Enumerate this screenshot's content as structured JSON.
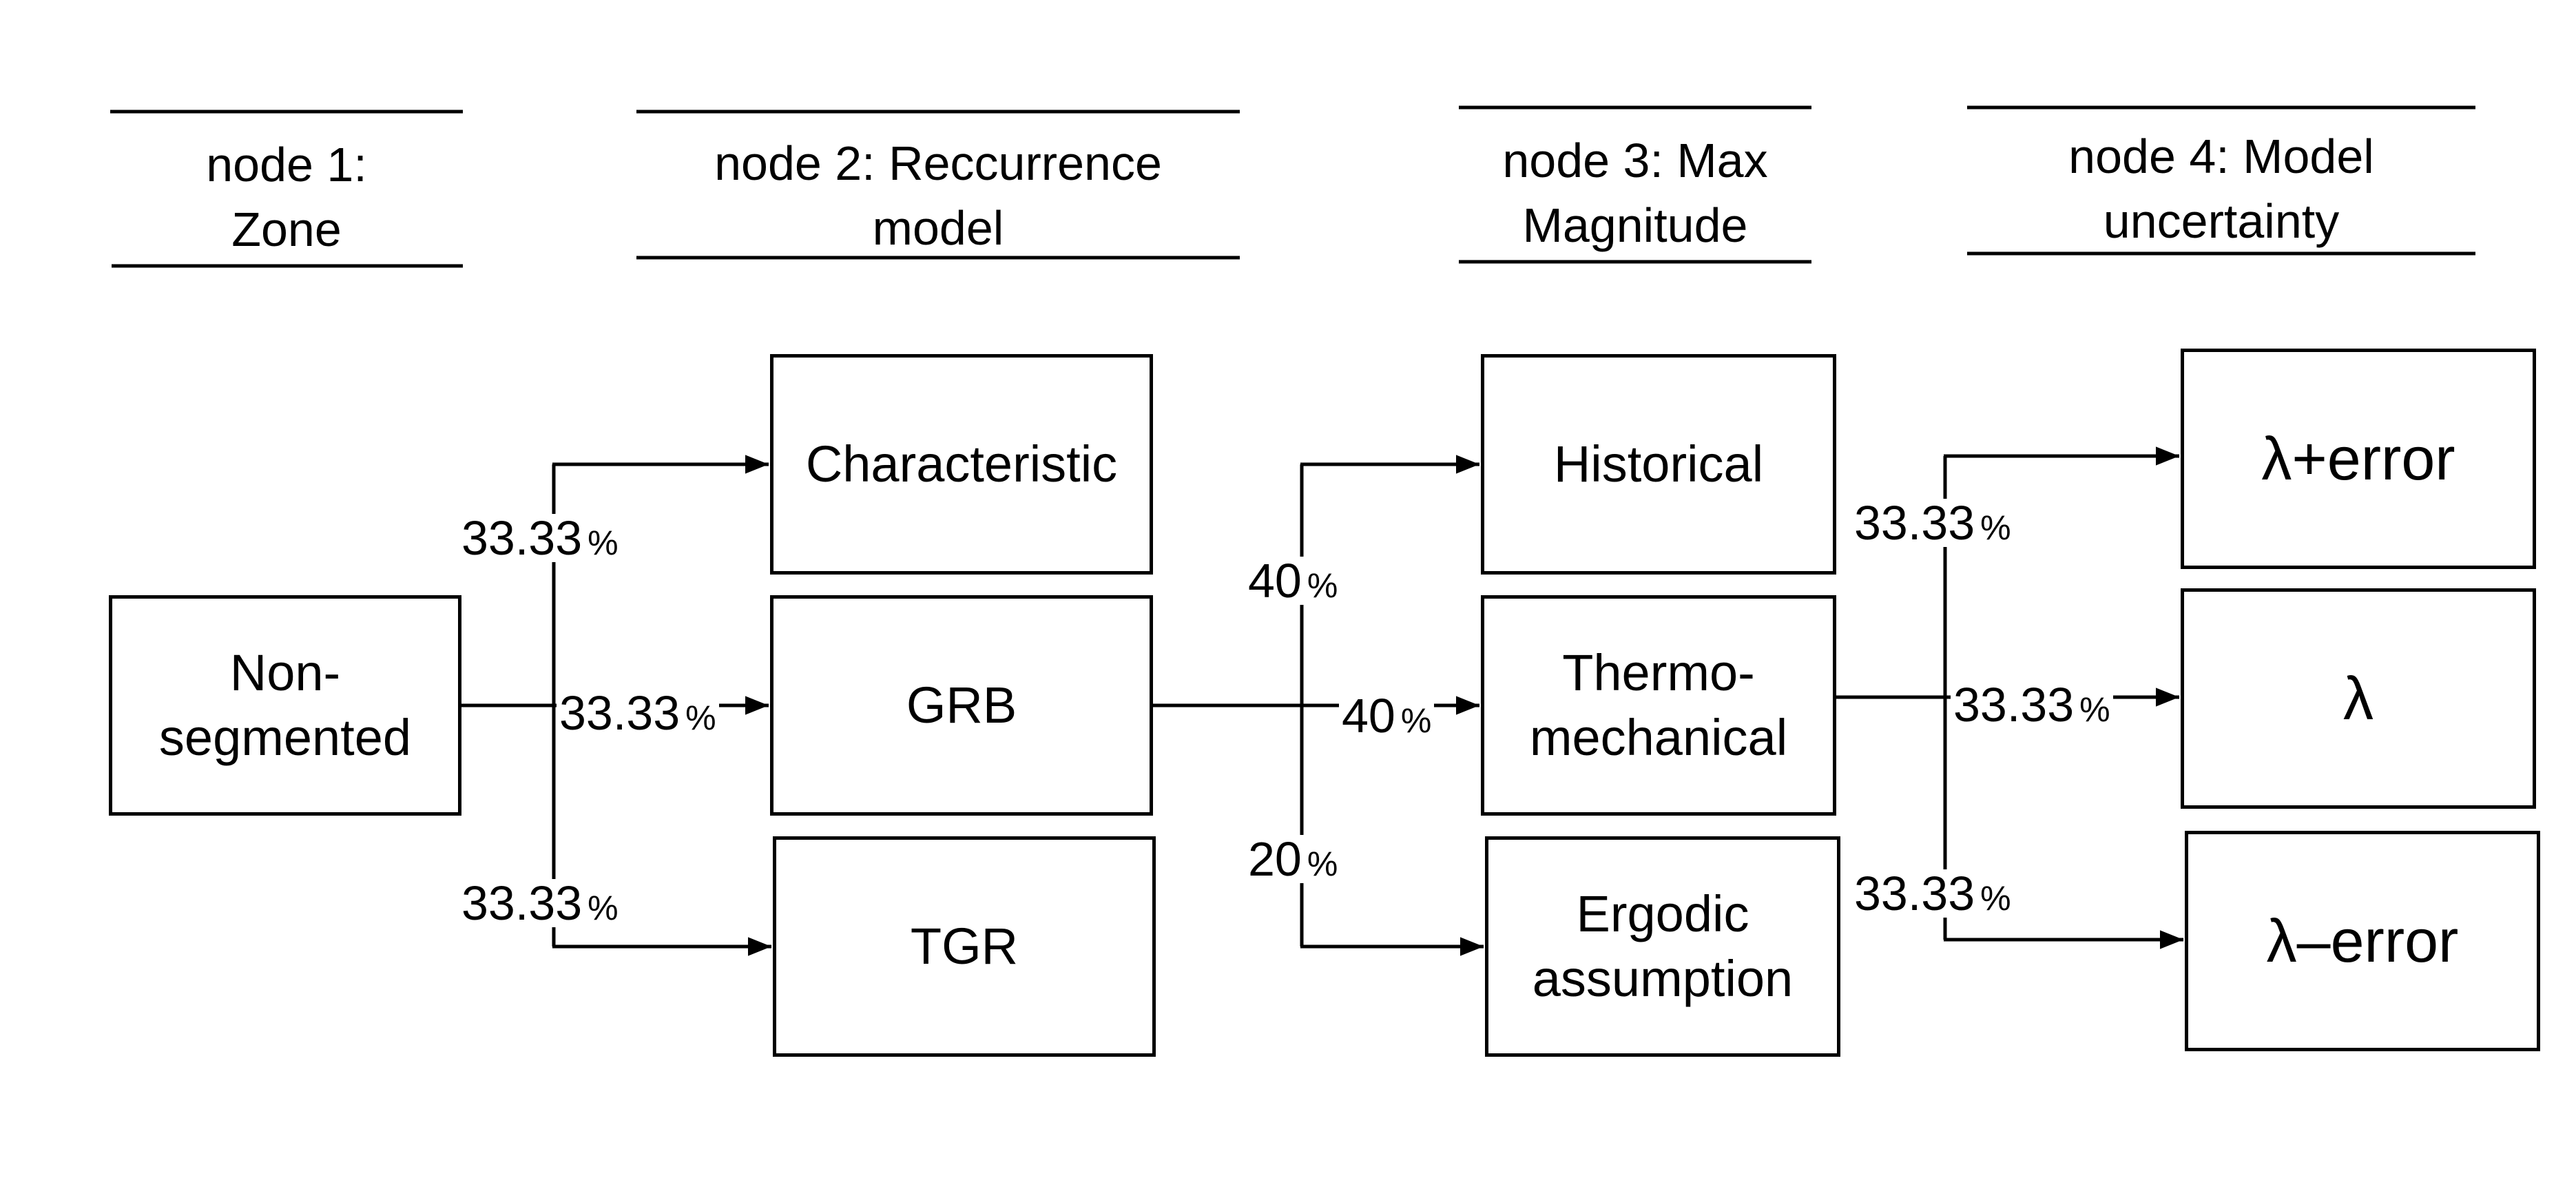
{
  "headers": [
    {
      "line1": "node 1:",
      "line2": "Zone"
    },
    {
      "line1": "node 2: Reccurrence",
      "line2": "model"
    },
    {
      "line1": "node 3: Max",
      "line2": "Magnitude"
    },
    {
      "line1": "node 4: Model",
      "line2": "uncertainty"
    }
  ],
  "nodes": {
    "zone": {
      "line1": "Non-",
      "line2": "segmented"
    },
    "recurrence": [
      "Characteristic",
      "GRB",
      "TGR"
    ],
    "max_magnitude": [
      {
        "line1": "Historical",
        "line2": ""
      },
      {
        "line1": "Thermo-",
        "line2": "mechanical"
      },
      {
        "line1": "Ergodic",
        "line2": "assumption"
      }
    ],
    "uncertainty": [
      "λ+error",
      "λ",
      "λ–error"
    ]
  },
  "weights": {
    "unit": "%",
    "recurrence": [
      "33.33",
      "33.33",
      "33.33"
    ],
    "max_magnitude": [
      "40",
      "40",
      "20"
    ],
    "uncertainty": [
      "33.33",
      "33.33",
      "33.33"
    ]
  }
}
